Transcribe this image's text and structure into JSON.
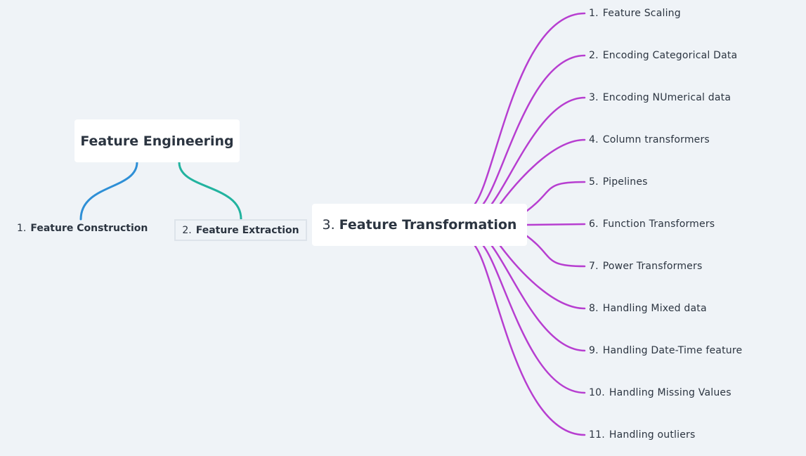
{
  "root": {
    "label": "Feature Engineering"
  },
  "subtopics": [
    {
      "num": "1.",
      "label": "Feature Construction"
    },
    {
      "num": "2.",
      "label": "Feature Extraction"
    }
  ],
  "main_topic": {
    "num": "3.",
    "label": "Feature Transformation"
  },
  "leaves": [
    {
      "num": "1.",
      "label": "Feature Scaling"
    },
    {
      "num": "2.",
      "label": "Encoding Categorical Data"
    },
    {
      "num": "3.",
      "label": "Encoding NUmerical data"
    },
    {
      "num": "4.",
      "label": "Column transformers"
    },
    {
      "num": "5.",
      "label": "Pipelines"
    },
    {
      "num": "6.",
      "label": "Function Transformers"
    },
    {
      "num": "7.",
      "label": "Power Transformers"
    },
    {
      "num": "8.",
      "label": "Handling Mixed data"
    },
    {
      "num": "9.",
      "label": "Handling Date-Time feature"
    },
    {
      "num": "10.",
      "label": "Handling Missing Values"
    },
    {
      "num": "11.",
      "label": "Handling outliers"
    }
  ],
  "colors": {
    "background": "#eff3f7",
    "branch_construction": "#2e8fd6",
    "branch_extraction": "#22b39f",
    "branch_transformation": "#b73ed0"
  }
}
